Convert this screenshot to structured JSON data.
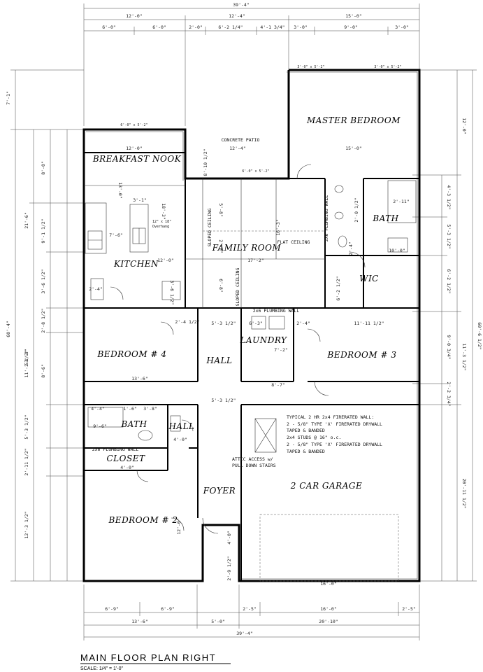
{
  "title": "MAIN FLOOR PLAN RIGHT",
  "scale": "SCALE: 1/4\" = 1'-0\"",
  "rooms": {
    "master_bedroom": "MASTER BEDROOM",
    "breakfast_nook": "BREAKFAST NOOK",
    "kitchen": "KITCHEN",
    "family_room": "FAMILY ROOM",
    "bath_master": "BATH",
    "wic": "WIC",
    "laundry": "LAUNDRY",
    "hall_main": "HALL",
    "bedroom3": "BEDROOM # 3",
    "bedroom4": "BEDROOM # 4",
    "bath2": "BATH",
    "hall_small": "HALL",
    "closet": "CLOSET",
    "bedroom2": "BEDROOM # 2",
    "foyer": "FOYER",
    "garage": "2 CAR GARAGE"
  },
  "notes": {
    "concrete_patio": "CONCRETE PATIO",
    "sloped_ceiling_1": "SLOPED CEILING",
    "sloped_ceiling_2": "SLOPED CEILING",
    "flat_ceiling": "FLAT CEILING",
    "plumbing_wall_1": "2x6 PLUMBING WALL",
    "plumbing_wall_2": "2x6 PLUMBING WALL",
    "plumbing_wall_3": "2x6 PLUMBING WALL",
    "firewall_1": "TYPICAL 2 HR 2x4 FIRERATED WALL:",
    "firewall_2": "2 - 5/8\" TYPE 'X' FIRERATED DRYWALL",
    "firewall_3": "TAPED & BANDED",
    "firewall_4": "2x4 STUDS @ 16\" o.c.",
    "firewall_5": "2 - 5/8\" TYPE 'X' FIRERATED DRYWALL",
    "firewall_6": "TAPED & BANDED",
    "attic_1": "ATTIC ACCESS w/",
    "attic_2": "PULL DOWN STAIRS",
    "bar_overhang_1": "12\" x 18\"",
    "bar_overhang_2": "Overhang"
  },
  "top_dims": {
    "overall": "39'-4\"",
    "seg_a": "12'-0\"",
    "seg_b": "12'-4\"",
    "seg_c": "15'-0\"",
    "sub_1": "6'-0\"",
    "sub_2": "6'-0\"",
    "sub_3": "2'-0\"",
    "sub_4": "6'-2 1/4\"",
    "sub_5": "4'-1 3/4\"",
    "sub_6": "3'-0\"",
    "sub_7": "9'-0\"",
    "sub_8": "3'-0\""
  },
  "bottom_dims": {
    "sub_1": "6'-9\"",
    "sub_2": "6'-9\"",
    "sub_3": "2'-5\"",
    "sub_4": "16'-0\"",
    "sub_5": "2'-5\"",
    "seg_a": "13'-6\"",
    "seg_b": "5'-0\"",
    "seg_c": "20'-10\"",
    "overall": "39'-4\""
  },
  "left_dims": {
    "overall": "60'-4\"",
    "seg_a": "53'-3\"",
    "top": "7'-1\"",
    "a1": "8'-0\"",
    "a2": "21'-6\"",
    "a3": "9'-1 1/2\"",
    "a4": "3'-6 1/2\"",
    "a5": "2'-8 1/2\"",
    "a6": "11'-2 1/2\"",
    "a7": "8'-6\"",
    "a8": "5'-3 1/2\"",
    "a9": "2'-11 1/2\"",
    "a10": "12'-3 1/2\""
  },
  "right_dims": {
    "overall": "60'-6 1/2\"",
    "b1": "12'-0\"",
    "b2": "4'-3 1/2\"",
    "b3": "5'-3 1/2\"",
    "b4": "6'-2 1/2\"",
    "b5": "9'-0 3/4\"",
    "b6": "11'-3 1/2\"",
    "b7": "2'-2 3/4\"",
    "b8": "20'-11 1/2\""
  },
  "interior_dims": {
    "nook_w": "12'-0\"",
    "patio_w": "12'-4\"",
    "master_w": "15'-0\"",
    "kitchen_h": "13'-0\"",
    "island_w": "3'-1\"",
    "island_h": "18'-3\"",
    "k_1": "7'-6\"",
    "kitchen_w": "12'-0\"",
    "family_w": "17'-2\"",
    "family_h": "16'-3\"",
    "fr_1": "5'-8\"",
    "fr_2": "2'-3\"",
    "fr_3": "6'-8\"",
    "patio_h": "8'-10 1/2\"",
    "k_2": "2'-4\"",
    "k_3": "3'-6 1/2\"",
    "bath_1": "2'-11\"",
    "bath_2": "10'-0\"",
    "bath_3": "2'-4\"",
    "bath_4": "2'-0 1/2\"",
    "wic_h": "6'-2 1/2\"",
    "hall_1": "5'-3 1/2\"",
    "hall_2": "2'-4 1/2\"",
    "laundry_1": "6'-3\"",
    "laundry_2": "2'-4\"",
    "laundry_3": "7'-2\"",
    "bed3_w": "11'-11 1/2\"",
    "bed4_w": "13'-6\"",
    "hall_3": "5'-3 1/2\"",
    "hall_4": "8'-7\"",
    "bath2_1": "4'-4\"",
    "bath2_2": "1'-6\"",
    "bath2_3": "3'-8\"",
    "bath2_4": "9'-6\"",
    "hall_5": "4'-0\"",
    "closet_w": "4'-0\"",
    "bed2_h": "12'-0\"",
    "foyer_h": "4'-0\"",
    "foyer_2": "2'-9 1/2\"",
    "garage_w": "16'-0\"",
    "win_a": "6'-0\" x 5'-2\"",
    "win_b": "3'-0\" x 5'-2\"",
    "win_c": "3'-0\" x 5'-2\"",
    "win_d": "6'-0\" x 5'-2\""
  }
}
